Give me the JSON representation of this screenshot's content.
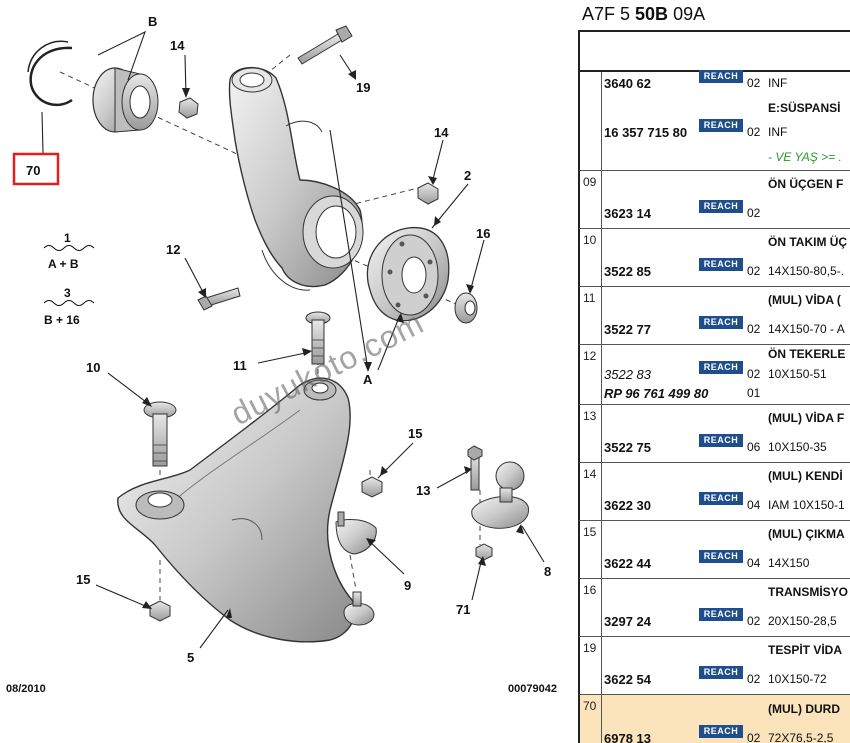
{
  "diagram": {
    "callouts": {
      "b": "B",
      "n14a": "14",
      "n19": "19",
      "n14b": "14",
      "n2": "2",
      "n16": "16",
      "n12": "12",
      "n11": "11",
      "n10": "10",
      "a": "A",
      "n15a": "15",
      "n13": "13",
      "n9": "9",
      "n8": "8",
      "n15b": "15",
      "n71": "71",
      "n5": "5",
      "n70": "70"
    },
    "legend": [
      {
        "num": "1",
        "combo": "A + B"
      },
      {
        "num": "3",
        "combo": "B + 16"
      }
    ],
    "footer_left": "08/2010",
    "footer_right": "00079042",
    "watermark": "duyukoto.com",
    "highlight_color": "#e02020"
  },
  "panel": {
    "title_pre": "A7F 5 ",
    "title_bold": "50B",
    "title_post": " 09A",
    "badge_label": "REACH",
    "badge_color": "#1f4e8c",
    "rows": [
      {
        "group": "",
        "lines": [
          {
            "ref": "3640 62",
            "qty": "02",
            "desc": "INF",
            "desc_style": ""
          },
          {
            "ref": "",
            "qty": "",
            "desc": "E:SÜSPANSİ",
            "desc_style": "b",
            "no_badge": true
          },
          {
            "ref": "16 357 715 80",
            "qty": "02",
            "desc": "INF",
            "desc_style": ""
          },
          {
            "ref": "",
            "qty": "",
            "desc": "- VE YAŞ >= .",
            "desc_style": "green",
            "no_badge": true
          }
        ]
      },
      {
        "group": "09",
        "lines": [
          {
            "ref": "",
            "qty": "",
            "desc": "ÖN ÜÇGEN F",
            "desc_style": "b",
            "no_badge": true
          },
          {
            "ref": "3623 14",
            "qty": "02",
            "desc": "",
            "desc_style": ""
          }
        ]
      },
      {
        "group": "10",
        "lines": [
          {
            "ref": "",
            "qty": "",
            "desc": "ÖN TAKIM ÜÇ",
            "desc_style": "b",
            "no_badge": true
          },
          {
            "ref": "3522 85",
            "qty": "02",
            "desc": "14X150-80,5-.",
            "desc_style": ""
          }
        ]
      },
      {
        "group": "11",
        "lines": [
          {
            "ref": "",
            "qty": "",
            "desc": "(MUL) VİDA (",
            "desc_style": "b",
            "no_badge": true
          },
          {
            "ref": "3522 77",
            "qty": "02",
            "desc": "14X150-70 - A",
            "desc_style": ""
          }
        ]
      },
      {
        "group": "12",
        "lines": [
          {
            "ref": "",
            "qty": "",
            "desc": "ÖN TEKERLE",
            "desc_style": "b",
            "no_badge": true
          },
          {
            "ref": "3522 83",
            "qty": "02",
            "desc": "10X150-51",
            "desc_style": "",
            "ref_style": "it"
          },
          {
            "ref": "RP 96 761 499 80",
            "qty": "01",
            "desc": "",
            "desc_style": "",
            "ref_style": "itb",
            "no_badge": true
          }
        ]
      },
      {
        "group": "13",
        "lines": [
          {
            "ref": "",
            "qty": "",
            "desc": "(MUL) VİDA F",
            "desc_style": "b",
            "no_badge": true
          },
          {
            "ref": "3522 75",
            "qty": "06",
            "desc": "10X150-35",
            "desc_style": ""
          }
        ]
      },
      {
        "group": "14",
        "lines": [
          {
            "ref": "",
            "qty": "",
            "desc": "(MUL) KENDİ",
            "desc_style": "b",
            "no_badge": true
          },
          {
            "ref": "3622 30",
            "qty": "04",
            "desc": "IAM 10X150-1",
            "desc_style": ""
          }
        ]
      },
      {
        "group": "15",
        "lines": [
          {
            "ref": "",
            "qty": "",
            "desc": "(MUL) ÇIKMA",
            "desc_style": "b",
            "no_badge": true
          },
          {
            "ref": "3622 44",
            "qty": "04",
            "desc": "14X150",
            "desc_style": ""
          }
        ]
      },
      {
        "group": "16",
        "lines": [
          {
            "ref": "",
            "qty": "",
            "desc": "TRANSMİSYO",
            "desc_style": "b",
            "no_badge": true
          },
          {
            "ref": "3297 24",
            "qty": "02",
            "desc": "20X150-28,5",
            "desc_style": ""
          }
        ]
      },
      {
        "group": "19",
        "lines": [
          {
            "ref": "",
            "qty": "",
            "desc": "TESPİT VİDA",
            "desc_style": "b",
            "no_badge": true
          },
          {
            "ref": "3622 54",
            "qty": "02",
            "desc": "10X150-72",
            "desc_style": ""
          }
        ]
      },
      {
        "group": "70",
        "highlight": true,
        "lines": [
          {
            "ref": "",
            "qty": "",
            "desc": "(MUL) DURD",
            "desc_style": "b",
            "no_badge": true
          },
          {
            "ref": "6978 13",
            "qty": "02",
            "desc": "72X76,5-2,5",
            "desc_style": ""
          }
        ]
      }
    ],
    "highlight_row_color": "#fbe4bb"
  }
}
